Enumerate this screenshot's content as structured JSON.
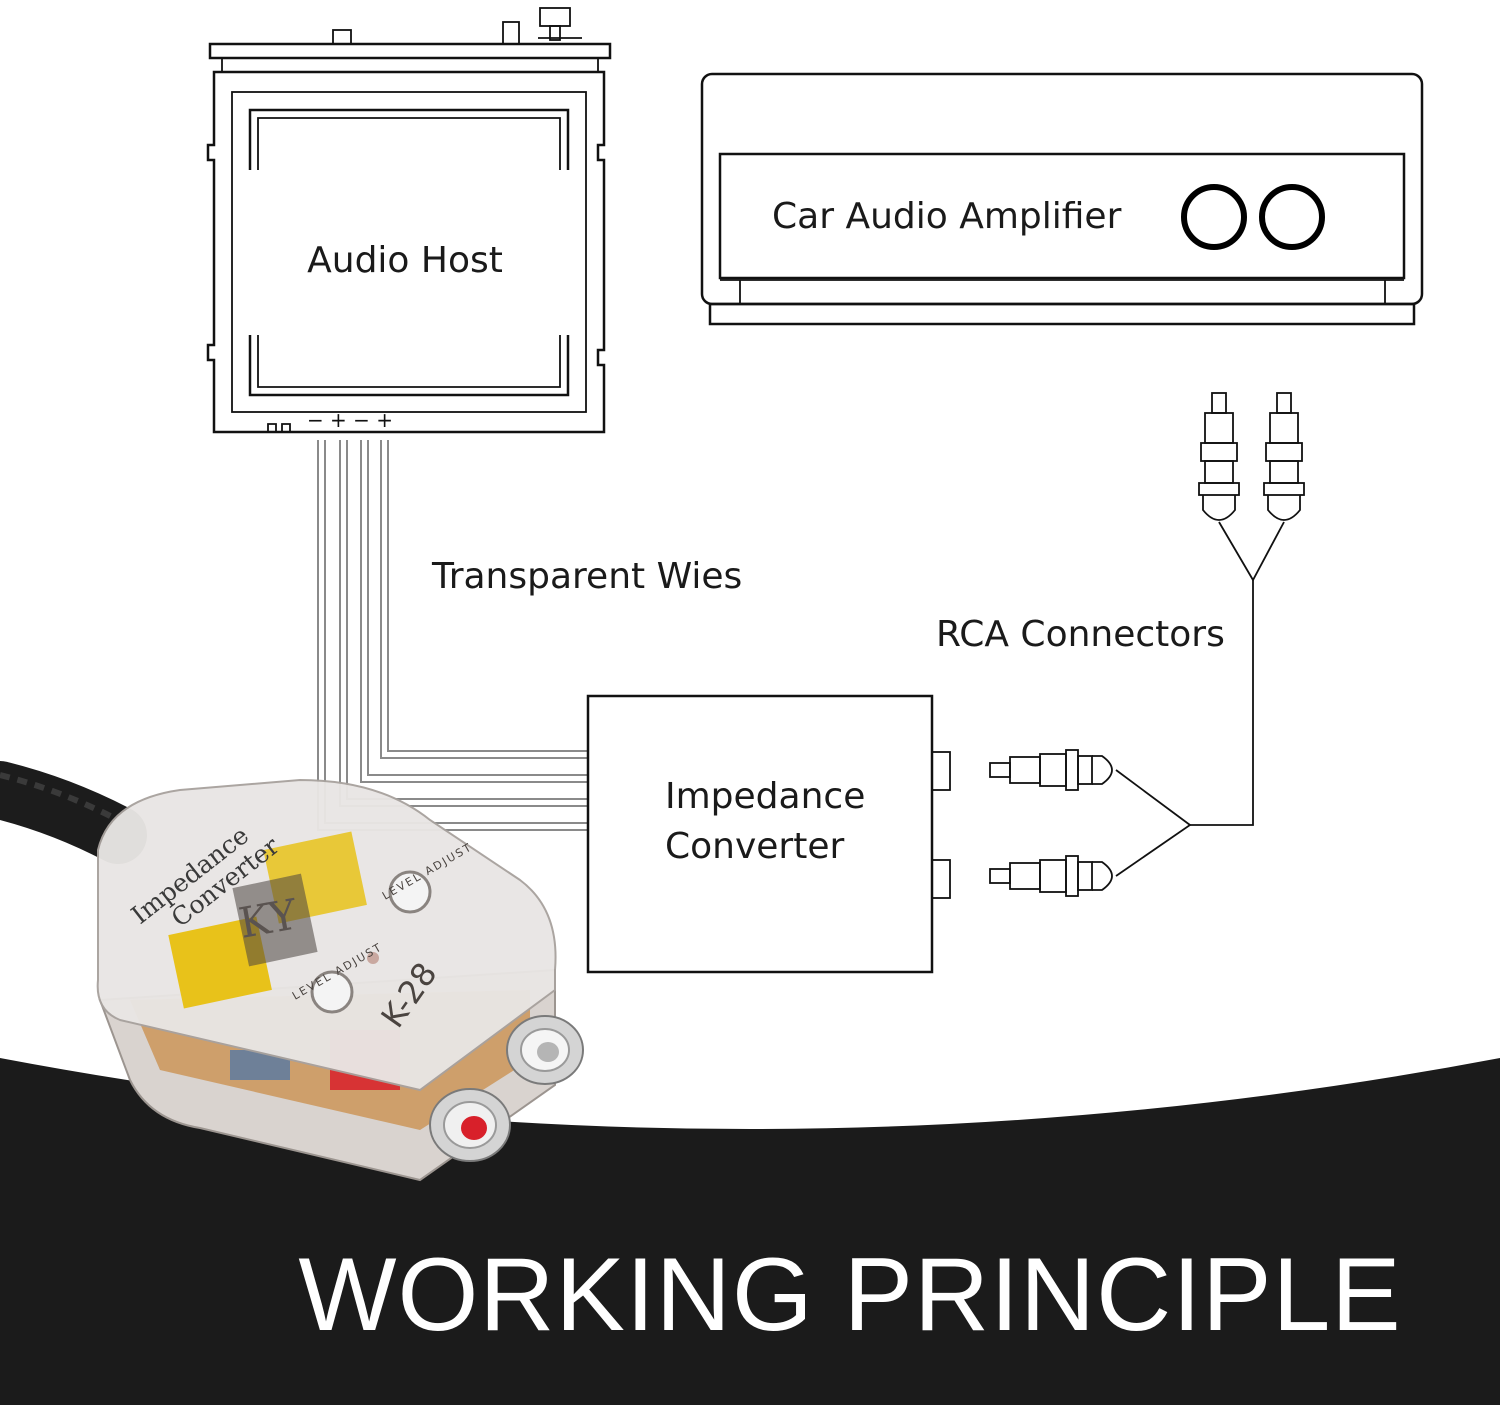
{
  "labels": {
    "audio_host": "Audio Host",
    "car_audio_amplifier": "Car Audio Amplifier",
    "transparent_wires": "Transparent Wies",
    "rca_connectors": "RCA Connectors",
    "impedance_line1": "Impedance",
    "impedance_line2": "Converter",
    "terminals": "− + − +"
  },
  "device": {
    "name_line1": "Impedance",
    "name_line2": "Converter",
    "brand": "KY",
    "model": "K-28",
    "level_adjust_1": "LEVEL ADJUST",
    "level_adjust_2": "LEVEL ADJUST"
  },
  "banner": {
    "title": "WORKING PRINCIPLE"
  },
  "colors": {
    "banner_bg": "#1b1b1b",
    "line": "#111111",
    "rca_red": "#d8202a",
    "pcb_yellow": "#e8c21a"
  }
}
